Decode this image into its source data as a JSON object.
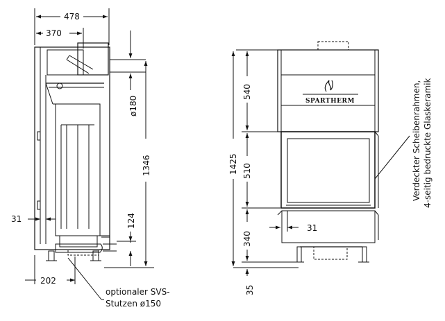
{
  "side_view": {
    "dim_width_total": "478",
    "dim_width_inner": "370",
    "dim_flue_diameter": "ø180",
    "dim_height_flue": "1346",
    "dim_left_offset": "31",
    "dim_bottom_height": "124",
    "dim_svs_offset": "202",
    "note_svs_line1": "optionaler SVS-",
    "note_svs_line2": "Stutzen ø150"
  },
  "front_view": {
    "dim_total_height": "1425",
    "dim_top": "540",
    "dim_window": "510",
    "dim_base": "340",
    "dim_frame": "31",
    "dim_feet": "35",
    "brand": "SPARTHERM",
    "note_frame_line1": "Verdeckter Scheibenrahmen,",
    "note_frame_line2": "4-seitig bedruckte Glaskeramik"
  }
}
